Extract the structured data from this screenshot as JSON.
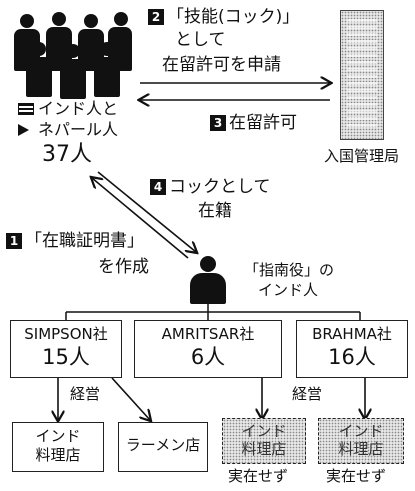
{
  "step2": {
    "num": "2",
    "line1": "「技能(コック)」",
    "line2": "として",
    "line3": "在留許可を申請"
  },
  "step3": {
    "num": "3",
    "text": "在留許可"
  },
  "step4": {
    "num": "4",
    "line1": "コックとして",
    "line2": "在籍"
  },
  "step1": {
    "num": "1",
    "line1": "「在職証明書」",
    "line2": "を作成"
  },
  "workers": {
    "line1": "インド人と",
    "line2": "ネパール人",
    "count": "37人"
  },
  "immigration": {
    "label": "入国管理局"
  },
  "guide": {
    "line1": "「指南役」の",
    "line2": "インド人"
  },
  "companies": [
    {
      "name": "SIMPSON社",
      "count": "15人"
    },
    {
      "name": "AMRITSAR社",
      "count": "6人"
    },
    {
      "name": "BRAHMA社",
      "count": "16人"
    }
  ],
  "manage_left": "経営",
  "manage_right": "経営",
  "shops": [
    {
      "text": "インド\n料理店"
    },
    {
      "text": "ラーメン店"
    },
    {
      "text": "インド\n料理店",
      "note": "実在せず"
    },
    {
      "text": "インド\n料理店",
      "note": "実在せず"
    }
  ]
}
